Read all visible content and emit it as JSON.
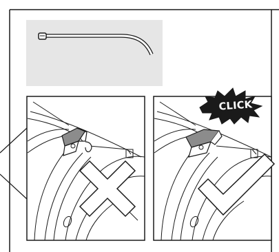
{
  "figure": {
    "badge": {
      "text": "CLICK",
      "color": "#1a1a1a",
      "text_color": "#ffffff"
    },
    "part_panel": {
      "background": "#e6e6e6",
      "icon": "cable-tie-icon"
    },
    "panels": [
      {
        "status": "incorrect",
        "mark_icon": "cross-mark-icon"
      },
      {
        "status": "correct",
        "mark_icon": "check-mark-icon"
      }
    ],
    "colors": {
      "line": "#1a1a1a",
      "clip": "#8c8c8c",
      "paper": "#ffffff"
    }
  }
}
